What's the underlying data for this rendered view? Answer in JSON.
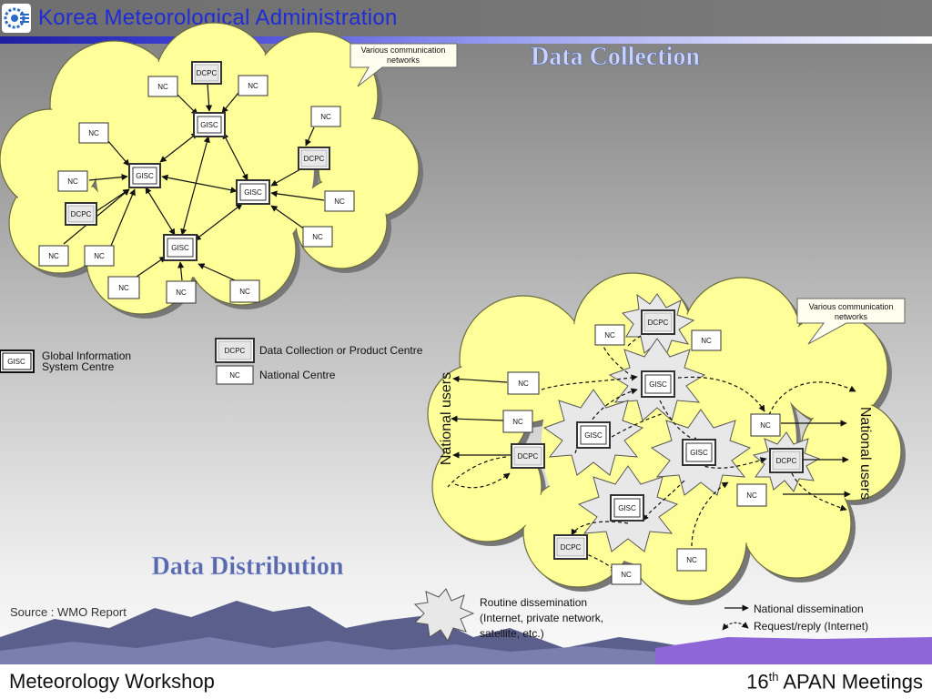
{
  "header": {
    "title": "Korea Meteorological Administration",
    "logo_icon": "kma-logo-icon"
  },
  "colors": {
    "cloud_fill": "#ffff99",
    "cloud_stroke": "#8a8a60",
    "header_title": "#1e2bd6",
    "section_title": "#c8d4ff",
    "accent_rule": "#3d3fd6"
  },
  "collection": {
    "title": "Data Collection",
    "callout": [
      "Various communication",
      "networks"
    ],
    "nodes": {
      "dcpc_top": "DCPC",
      "nc_top_left": "NC",
      "nc_top_right": "NC",
      "gisc_top": "GISC",
      "nc_left_1": "NC",
      "nc_right_1": "NC",
      "dcpc_right": "DCPC",
      "gisc_left": "GISC",
      "nc_left_2": "NC",
      "gisc_right": "GISC",
      "nc_right_2": "NC",
      "dcpc_left": "DCPC",
      "nc_right_3": "NC",
      "gisc_bottom": "GISC",
      "nc_bl_1": "NC",
      "nc_bl_2": "NC",
      "nc_bottom_1": "NC",
      "nc_bottom_2": "NC",
      "nc_bottom_3": "NC"
    }
  },
  "legend": {
    "gisc_box": "GISC",
    "gisc_text": [
      "Global Information",
      "System Centre"
    ],
    "dcpc_box": "DCPC",
    "dcpc_text": "Data Collection or Product Centre",
    "nc_box": "NC",
    "nc_text": "National Centre"
  },
  "distribution": {
    "title": "Data Distribution",
    "callout": [
      "Various communication",
      "networks"
    ],
    "national_users_left": "National users",
    "national_users_right": "National users",
    "nodes": {
      "dcpc_top": "DCPC",
      "nc_a": "NC",
      "nc_b": "NC",
      "nc_c": "NC",
      "gisc_1": "GISC",
      "nc_d": "NC",
      "gisc_2": "GISC",
      "nc_e": "NC",
      "dcpc_left": "DCPC",
      "gisc_3": "GISC",
      "dcpc_right": "DCPC",
      "nc_f": "NC",
      "gisc_4": "GISC",
      "dcpc_bottom": "DCPC",
      "nc_g": "NC",
      "nc_h": "NC"
    },
    "legend": {
      "routine_lines": [
        "Routine dissemination",
        "(Internet, private network,",
        " satellite, etc.)"
      ],
      "national_dissemination": "National dissemination",
      "request_reply": "Request/reply (Internet)"
    }
  },
  "source": "Source : WMO Report",
  "footer": {
    "left": "Meteorology Workshop",
    "right_number": "16",
    "right_suffix": "th",
    "right_text": " APAN Meetings"
  }
}
